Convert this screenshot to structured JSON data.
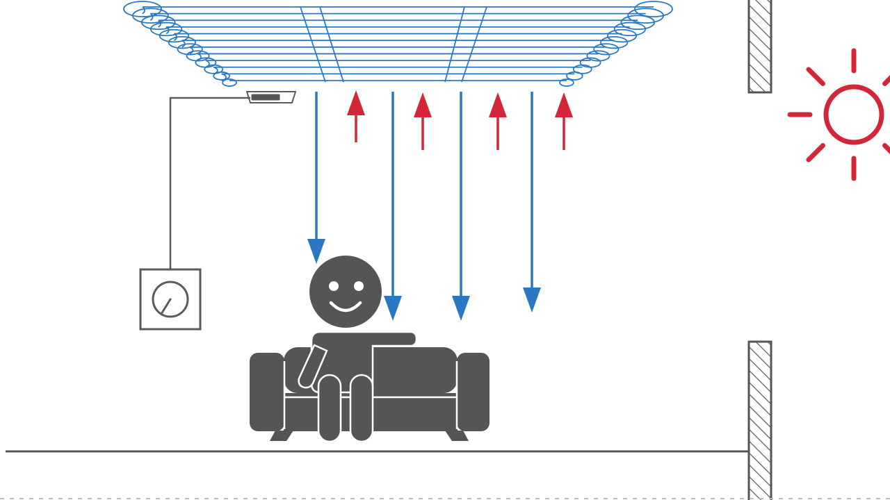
{
  "diagram": {
    "kind": "radiant ceiling cooling illustration",
    "colors": {
      "cooling": "#2a78c4",
      "heat": "#d42639",
      "structure": "#555555",
      "outline": "#5a5a5a",
      "background": "#ffffff"
    },
    "elements": {
      "ceiling_panel": "chilled-ceiling-pipe-grid",
      "sensor": "ceiling-sensor",
      "control": "wall-thermostat-dial",
      "person": "seated-person-smiling",
      "furniture": "sofa",
      "sun": "sun-icon",
      "walls": [
        "upper-wall-segment",
        "lower-wall-segment"
      ],
      "floor": "floor-line"
    },
    "flows": {
      "cool_down_arrows": 4,
      "heat_up_arrows": 4
    }
  }
}
